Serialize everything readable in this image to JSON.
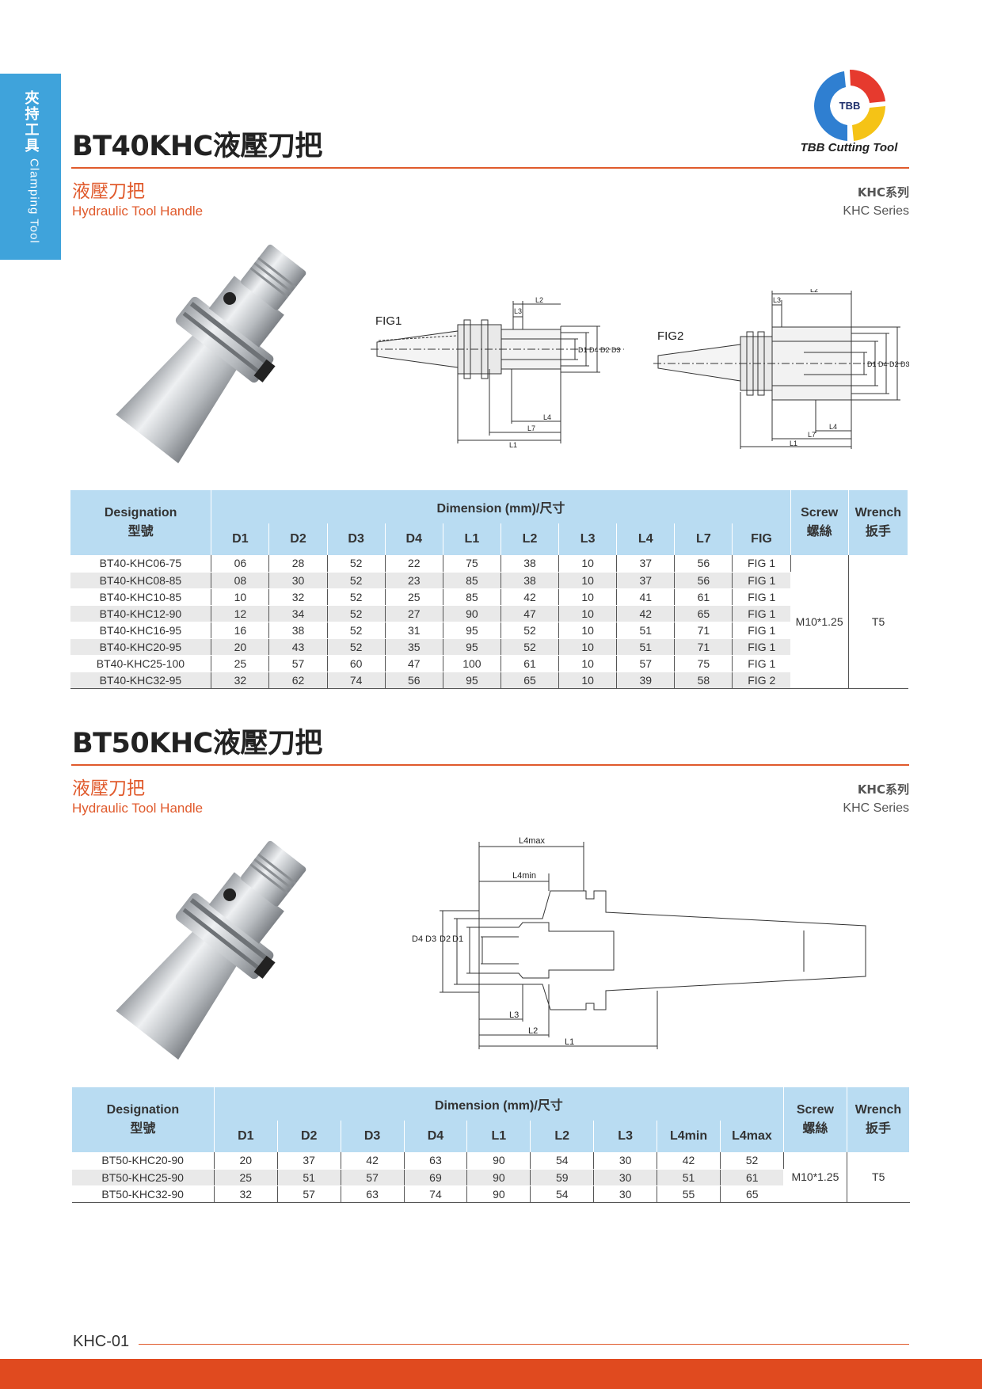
{
  "side_tab": {
    "cn": "夾持工具",
    "en": "Clamping Tool"
  },
  "logo": {
    "text": "TBB",
    "caption": "TBB Cutting Tool",
    "colors": [
      "#e63a2e",
      "#f5c316",
      "#2f7fd1"
    ]
  },
  "accent_color": "#e05a2c",
  "header_color": "#b9dcf2",
  "section1": {
    "title": "BT40KHC液壓刀把",
    "subtitle_cn": "液壓刀把",
    "subtitle_en": "Hydraulic Tool Handle",
    "series_cn": "KHC系列",
    "series_en": "KHC Series",
    "fig1_label": "FIG1",
    "fig2_label": "FIG2",
    "dims_fig1": {
      "L1": "L1",
      "L2": "L2",
      "L3": "L3",
      "L4": "L4",
      "L7": "L7",
      "D1": "D1",
      "D2": "D2",
      "D3": "D3",
      "D4": "D4"
    },
    "table": {
      "designation": "Designation",
      "designation_cn": "型號",
      "dimension": "Dimension (mm)/尺寸",
      "screw": "Screw",
      "screw_cn": "螺絲",
      "wrench": "Wrench",
      "wrench_cn": "扳手",
      "columns": [
        "D1",
        "D2",
        "D3",
        "D4",
        "L1",
        "L2",
        "L3",
        "L4",
        "L7",
        "FIG"
      ],
      "screw_value": "M10*1.25",
      "wrench_value": "T5",
      "rows": [
        [
          "BT40-KHC06-75",
          "06",
          "28",
          "52",
          "22",
          "75",
          "38",
          "10",
          "37",
          "56",
          "FIG 1"
        ],
        [
          "BT40-KHC08-85",
          "08",
          "30",
          "52",
          "23",
          "85",
          "38",
          "10",
          "37",
          "56",
          "FIG 1"
        ],
        [
          "BT40-KHC10-85",
          "10",
          "32",
          "52",
          "25",
          "85",
          "42",
          "10",
          "41",
          "61",
          "FIG 1"
        ],
        [
          "BT40-KHC12-90",
          "12",
          "34",
          "52",
          "27",
          "90",
          "47",
          "10",
          "42",
          "65",
          "FIG 1"
        ],
        [
          "BT40-KHC16-95",
          "16",
          "38",
          "52",
          "31",
          "95",
          "52",
          "10",
          "51",
          "71",
          "FIG 1"
        ],
        [
          "BT40-KHC20-95",
          "20",
          "43",
          "52",
          "35",
          "95",
          "52",
          "10",
          "51",
          "71",
          "FIG 1"
        ],
        [
          "BT40-KHC25-100",
          "25",
          "57",
          "60",
          "47",
          "100",
          "61",
          "10",
          "57",
          "75",
          "FIG 1"
        ],
        [
          "BT40-KHC32-95",
          "32",
          "62",
          "74",
          "56",
          "95",
          "65",
          "10",
          "39",
          "58",
          "FIG 2"
        ]
      ]
    }
  },
  "section2": {
    "title": "BT50KHC液壓刀把",
    "subtitle_cn": "液壓刀把",
    "subtitle_en": "Hydraulic Tool Handle",
    "series_cn": "KHC系列",
    "series_en": "KHC Series",
    "dims": {
      "L4max": "L4max",
      "L4min": "L4min",
      "L3": "L3",
      "L2": "L2",
      "L1": "L1",
      "D1": "D1",
      "D2": "D2",
      "D3": "D3",
      "D4": "D4"
    },
    "table": {
      "designation": "Designation",
      "designation_cn": "型號",
      "dimension": "Dimension (mm)/尺寸",
      "screw": "Screw",
      "screw_cn": "螺絲",
      "wrench": "Wrench",
      "wrench_cn": "扳手",
      "columns": [
        "D1",
        "D2",
        "D3",
        "D4",
        "L1",
        "L2",
        "L3",
        "L4min",
        "L4max"
      ],
      "screw_value": "M10*1.25",
      "wrench_value": "T5",
      "rows": [
        [
          "BT50-KHC20-90",
          "20",
          "37",
          "42",
          "63",
          "90",
          "54",
          "30",
          "42",
          "52"
        ],
        [
          "BT50-KHC25-90",
          "25",
          "51",
          "57",
          "69",
          "90",
          "59",
          "30",
          "51",
          "61"
        ],
        [
          "BT50-KHC32-90",
          "32",
          "57",
          "63",
          "74",
          "90",
          "54",
          "30",
          "55",
          "65"
        ]
      ]
    }
  },
  "footer": {
    "page": "KHC-01",
    "bar_color": "#e04a1f"
  }
}
